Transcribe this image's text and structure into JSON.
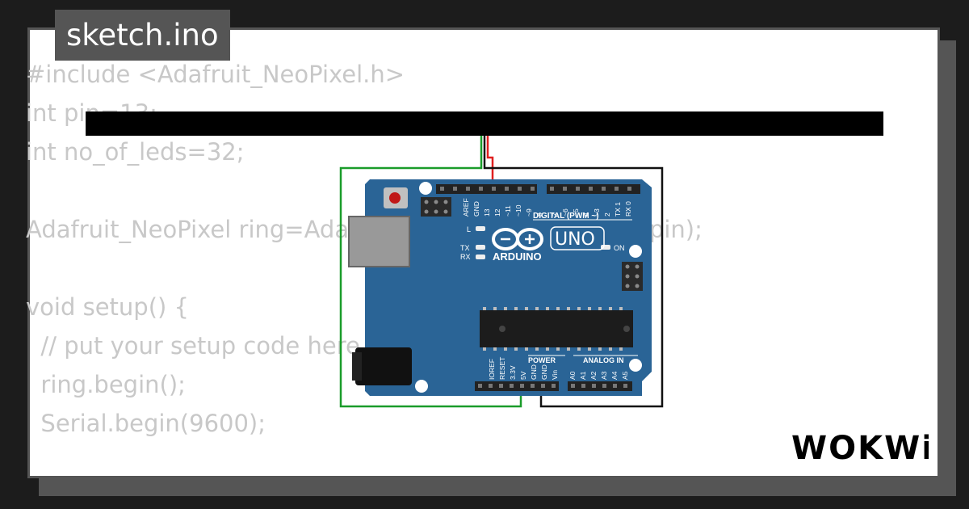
{
  "title": "sketch.ino",
  "code_lines": [
    "#include <Adafruit_NeoPixel.h>",
    "int pin=13;",
    "int no_of_leds=32;",
    "",
    "Adafruit_NeoPixel ring=Adafruit_NeoPixel(no_of_leds,pin);",
    "",
    "void setup() {",
    "  // put your setup code here, to run once:",
    "  ring.begin();",
    "  Serial.begin(9600);"
  ],
  "board": {
    "name": "UNO",
    "brand": "ARDUINO",
    "digital_header_label": "DIGITAL (PWM ~)",
    "power_label": "POWER",
    "analog_label": "ANALOG IN",
    "on_label": "ON",
    "led_labels": [
      "L",
      "TX",
      "RX"
    ],
    "digital_pins": [
      "AREF",
      "GND",
      "13",
      "12",
      "~11",
      "~10",
      "~9",
      "8",
      "7",
      "~6",
      "~5",
      "4",
      "~3",
      "2",
      "TX 1",
      "RX 0"
    ],
    "power_pins": [
      "IOREF",
      "RESET",
      "3.3V",
      "5V",
      "GND",
      "GND",
      "Vin"
    ],
    "analog_pins": [
      "A0",
      "A1",
      "A2",
      "A3",
      "A4",
      "A5"
    ]
  },
  "logo": "WOKWi",
  "colors": {
    "board": "#2a6496",
    "wire_green": "#1a9c2a",
    "wire_red": "#e02020",
    "wire_black": "#111111",
    "code_text": "#c8c8c8"
  }
}
